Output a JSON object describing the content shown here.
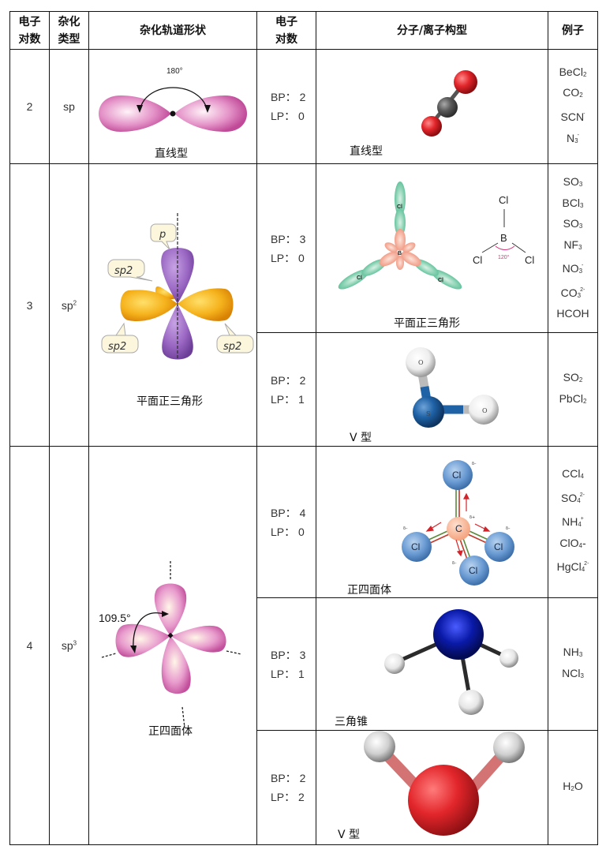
{
  "header": {
    "col1": [
      "电子",
      "对数"
    ],
    "col2": [
      "杂化",
      "类型"
    ],
    "col3": "杂化轨道形状",
    "col4": [
      "电子",
      "对数"
    ],
    "col5": "分子/离子构型",
    "col6": "例子"
  },
  "groups": [
    {
      "electron_pairs": "2",
      "hybrid": "sp",
      "hybrid_sup": "",
      "orbital_shape_caption": "直线型",
      "orbital_angle": "180°",
      "rows": [
        {
          "bp": "BP：  2",
          "lp": "LP：  0",
          "geometry": "直线型",
          "molecule_icon": "co2-ball-stick-icon",
          "examples": [
            [
              "BeCl",
              "2",
              ""
            ],
            [
              "CO",
              "2",
              ""
            ],
            [
              "SCN",
              "",
              "-"
            ],
            [
              "N",
              "3",
              "-"
            ]
          ]
        }
      ]
    },
    {
      "electron_pairs": "3",
      "hybrid": "sp",
      "hybrid_sup": "2",
      "orbital_shape_caption": "平面正三角形",
      "orbital_labels": {
        "p": "p",
        "sp2": "sp2"
      },
      "rows": [
        {
          "bp": "BP：  3",
          "lp": "LP：  0",
          "geometry": "平面正三角形",
          "molecule_icon": "bcl3-orbital-icon",
          "bcl3_labels": {
            "center": "B",
            "ligand": "Cl",
            "angle": "120°"
          },
          "examples": [
            [
              "SO",
              "3",
              ""
            ],
            [
              "BCl",
              "3",
              ""
            ],
            [
              "SO",
              "3",
              ""
            ],
            [
              "NF",
              "3",
              ""
            ],
            [
              "NO",
              "3",
              "-"
            ],
            [
              "CO",
              "3",
              "2-"
            ],
            [
              "HCOH",
              "",
              ""
            ]
          ]
        },
        {
          "bp": "BP：  2",
          "lp": "LP：  1",
          "geometry": "V 型",
          "molecule_icon": "so2-ball-stick-icon",
          "atom_labels": {
            "center": "S",
            "outer": "O"
          },
          "examples": [
            [
              "SO",
              "2",
              ""
            ],
            [
              "PbCl",
              "2",
              ""
            ]
          ]
        }
      ]
    },
    {
      "electron_pairs": "4",
      "hybrid": "sp",
      "hybrid_sup": "3",
      "orbital_shape_caption": "正四面体",
      "orbital_angle": "109.5°",
      "rows": [
        {
          "bp": "BP：  4",
          "lp": "LP：  0",
          "geometry": "正四面体",
          "molecule_icon": "ccl4-polarity-icon",
          "atom_labels": {
            "center": "C",
            "outer": "Cl",
            "delta_minus": "δ–",
            "delta_plus": "δ+"
          },
          "examples": [
            [
              "CCl",
              "4",
              ""
            ],
            [
              "SO",
              "4",
              "2-"
            ],
            [
              "NH",
              "4",
              "+"
            ],
            [
              "ClO4-",
              "",
              ""
            ],
            [
              "HgCl",
              "4",
              "2-"
            ]
          ]
        },
        {
          "bp": "BP：  3",
          "lp": "LP：  1",
          "geometry": "三角锥",
          "molecule_icon": "nh3-ball-stick-icon",
          "examples": [
            [
              "NH",
              "3",
              ""
            ],
            [
              "NCl",
              "3",
              ""
            ]
          ]
        },
        {
          "bp": "BP：  2",
          "lp": "LP：  2",
          "geometry": "V 型",
          "molecule_icon": "h2o-ball-stick-icon",
          "examples": [
            [
              "H",
              "2",
              "O"
            ]
          ]
        }
      ]
    }
  ],
  "colors": {
    "sp_lobe": "#d45aa8",
    "sp2_lobe": "#f2a81a",
    "p_lobe": "#9966c2",
    "oxygen_red": "#e2262b",
    "carbon_gray": "#5b5b5b",
    "nitrogen_blue": "#0a1aa8",
    "sulfur_blue": "#1f62a6",
    "chlorine_blue": "#6a9bd3",
    "carbon_peach": "#f5a37e",
    "green_orbital": "#4fbb8f",
    "angle_pink": "#d6337a"
  }
}
